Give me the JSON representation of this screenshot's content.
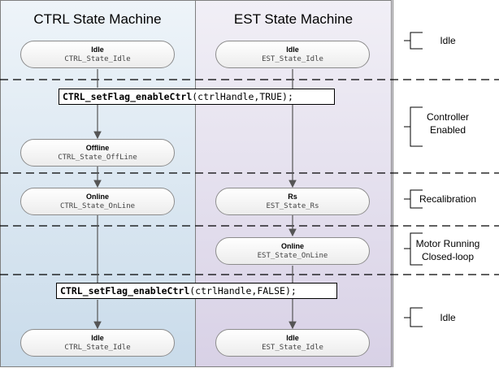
{
  "columns": {
    "ctrl": {
      "title": "CTRL State Machine"
    },
    "est": {
      "title": "EST State Machine"
    }
  },
  "states": {
    "ctrl_idle_top": {
      "name": "Idle",
      "code": "CTRL_State_Idle"
    },
    "ctrl_offline": {
      "name": "Offline",
      "code": "CTRL_State_OffLine"
    },
    "ctrl_online": {
      "name": "Online",
      "code": "CTRL_State_OnLine"
    },
    "ctrl_idle_bottom": {
      "name": "Idle",
      "code": "CTRL_State_Idle"
    },
    "est_idle_top": {
      "name": "Idle",
      "code": "EST_State_Idle"
    },
    "est_rs": {
      "name": "Rs",
      "code": "EST_State_Rs"
    },
    "est_online": {
      "name": "Online",
      "code": "EST_State_OnLine"
    },
    "est_idle_bottom": {
      "name": "Idle",
      "code": "EST_State_Idle"
    }
  },
  "calls": {
    "enable": {
      "func": "CTRL_setFlag_enableCtrl",
      "args": "(ctrlHandle,TRUE);"
    },
    "disable": {
      "func": "CTRL_setFlag_enableCtrl",
      "args": "(ctrlHandle,FALSE);"
    }
  },
  "phases": {
    "idle_top": "Idle",
    "controller_enabled_1": "Controller",
    "controller_enabled_2": "Enabled",
    "recalibration": "Recalibration",
    "motor_running_1": "Motor Running",
    "motor_running_2": "Closed-loop",
    "idle_bottom": "Idle"
  },
  "colors": {
    "ctrl_bg": "#d9e6f1",
    "est_bg": "#e4e0ee",
    "border": "#7f7f7f"
  }
}
